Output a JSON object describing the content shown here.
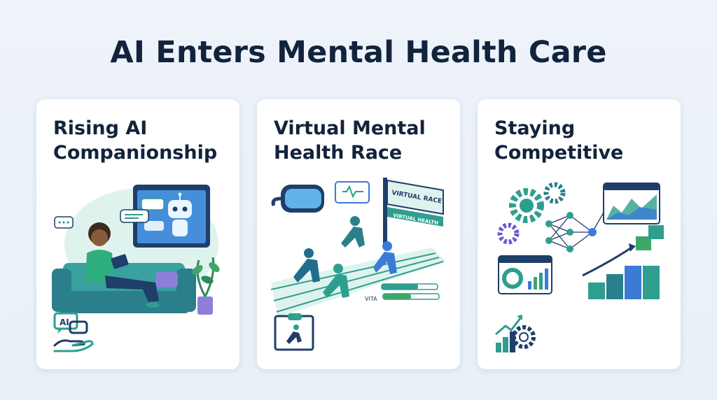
{
  "page": {
    "title": "AI Enters Mental Health Care"
  },
  "cards": [
    {
      "title": "Rising AI Companionship",
      "icon": "ai-chat-hand-icon",
      "illustration": "person-on-sofa-with-ai-robot-screen",
      "icon_text": "AI"
    },
    {
      "title": "Virtual Mental Health Race",
      "icon": "vr-runner-icon",
      "illustration": "runners-racing-with-vr-headset",
      "banner_text_1": "VIRTUAL RACE",
      "banner_text_2": "VIRTUAL HEALTH",
      "track_text": "VITA"
    },
    {
      "title": "Staying Competitive",
      "icon": "growth-chart-gear-icon",
      "illustration": "gears-network-and-growth-charts"
    }
  ],
  "colors": {
    "navy": "#13233b",
    "teal": "#2e9e8f",
    "green": "#3fa66a",
    "blue": "#2f6fb3",
    "purple": "#6a5acd",
    "light_teal": "#cfeee7"
  }
}
